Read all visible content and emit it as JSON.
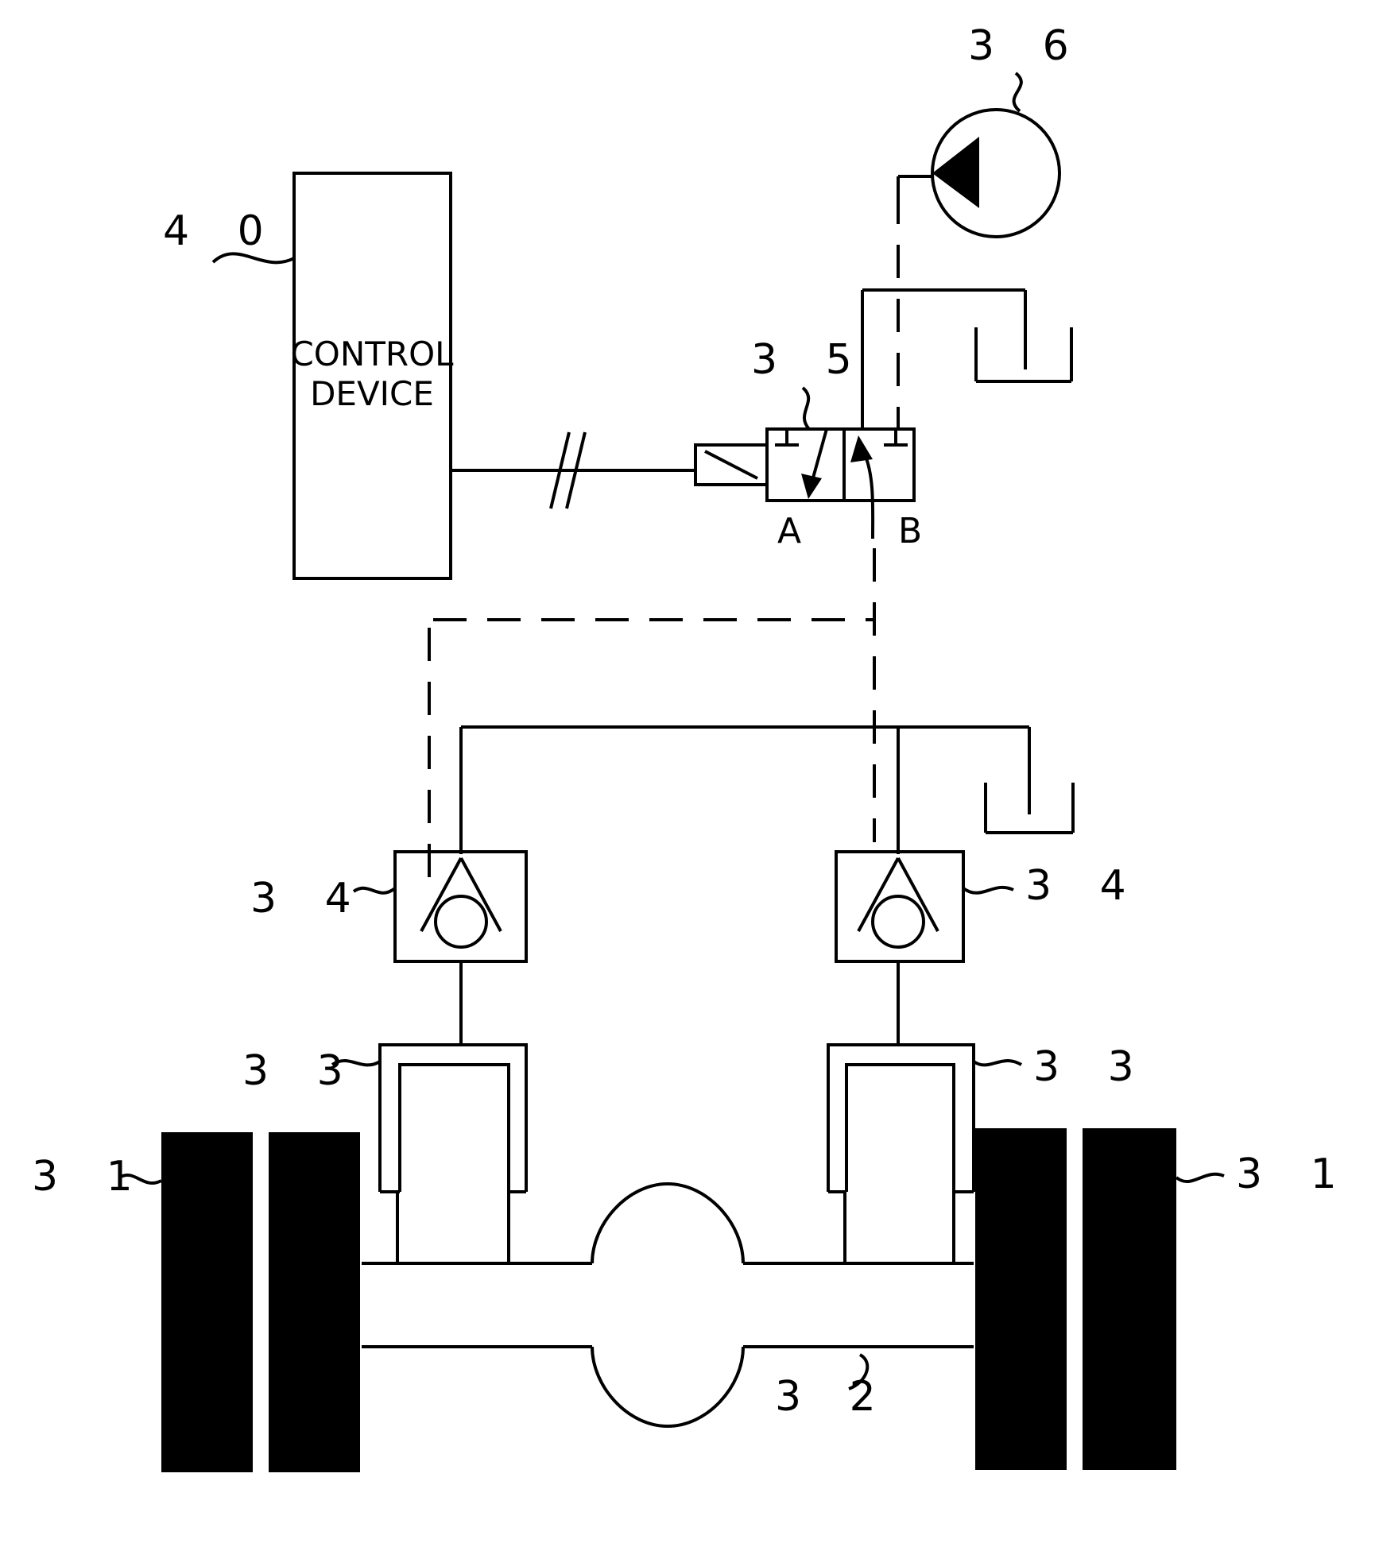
{
  "refs": {
    "r31": "3 1",
    "r32": "3 2",
    "r33": "3 3",
    "r34": "3 4",
    "r35": "3 5",
    "r36": "3 6",
    "r40": "4 0"
  },
  "control_device": {
    "line1": "CONTROL",
    "line2": "DEVICE"
  },
  "valve_ports": {
    "a": "A",
    "b": "B"
  },
  "colors": {
    "line": "#000000",
    "background": "#ffffff"
  }
}
